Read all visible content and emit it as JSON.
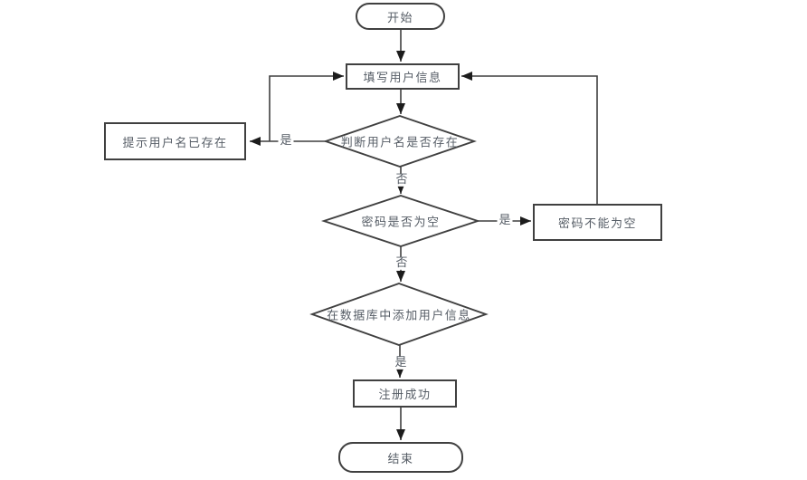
{
  "diagram": {
    "type": "flowchart",
    "colors": {
      "line": "#3f3f3f",
      "node_border": "#404040",
      "text": "#565d66",
      "arrowhead": "#1c1c1c",
      "background": "#ffffff"
    },
    "nodes": {
      "start": {
        "label": "开始",
        "shape": "terminator"
      },
      "fill_info": {
        "label": "填写用户信息",
        "shape": "process"
      },
      "check_username": {
        "label": "判断用户名是否存在",
        "shape": "decision"
      },
      "prompt_exists": {
        "label": "提示用户名已存在",
        "shape": "process"
      },
      "check_password": {
        "label": "密码是否为空",
        "shape": "decision"
      },
      "pwd_not_empty": {
        "label": "密码不能为空",
        "shape": "process"
      },
      "add_to_db": {
        "label": "在数据库中添加用户信息",
        "shape": "decision"
      },
      "register_success": {
        "label": "注册成功",
        "shape": "process"
      },
      "end": {
        "label": "结束",
        "shape": "terminator"
      }
    },
    "edge_labels": {
      "username_exists_yes": "是",
      "username_exists_no": "否",
      "password_empty_yes": "是",
      "password_empty_no": "否",
      "db_add_yes": "是"
    }
  }
}
